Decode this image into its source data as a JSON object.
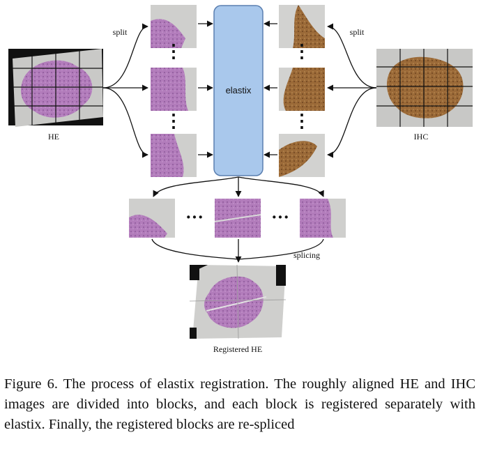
{
  "diagram": {
    "central_block": "elastix",
    "labels": {
      "he": "HE",
      "ihc": "IHC",
      "split_left": "split",
      "split_right": "split",
      "splicing": "splicing",
      "registered": "Registered HE"
    }
  },
  "caption": "Figure 6. The process of elastix registration. The roughly aligned HE and IHC images are divided into blocks, and each block is registered separately with elastix.  Finally, the registered blocks are re-spliced",
  "colors": {
    "elastix_fill": "#a9c8ec",
    "elastix_stroke": "#5a7fb0",
    "he_tissue": "#b07ab8",
    "ihc_tissue": "#9a6a3a",
    "slide_bg": "#c8c8c6"
  }
}
